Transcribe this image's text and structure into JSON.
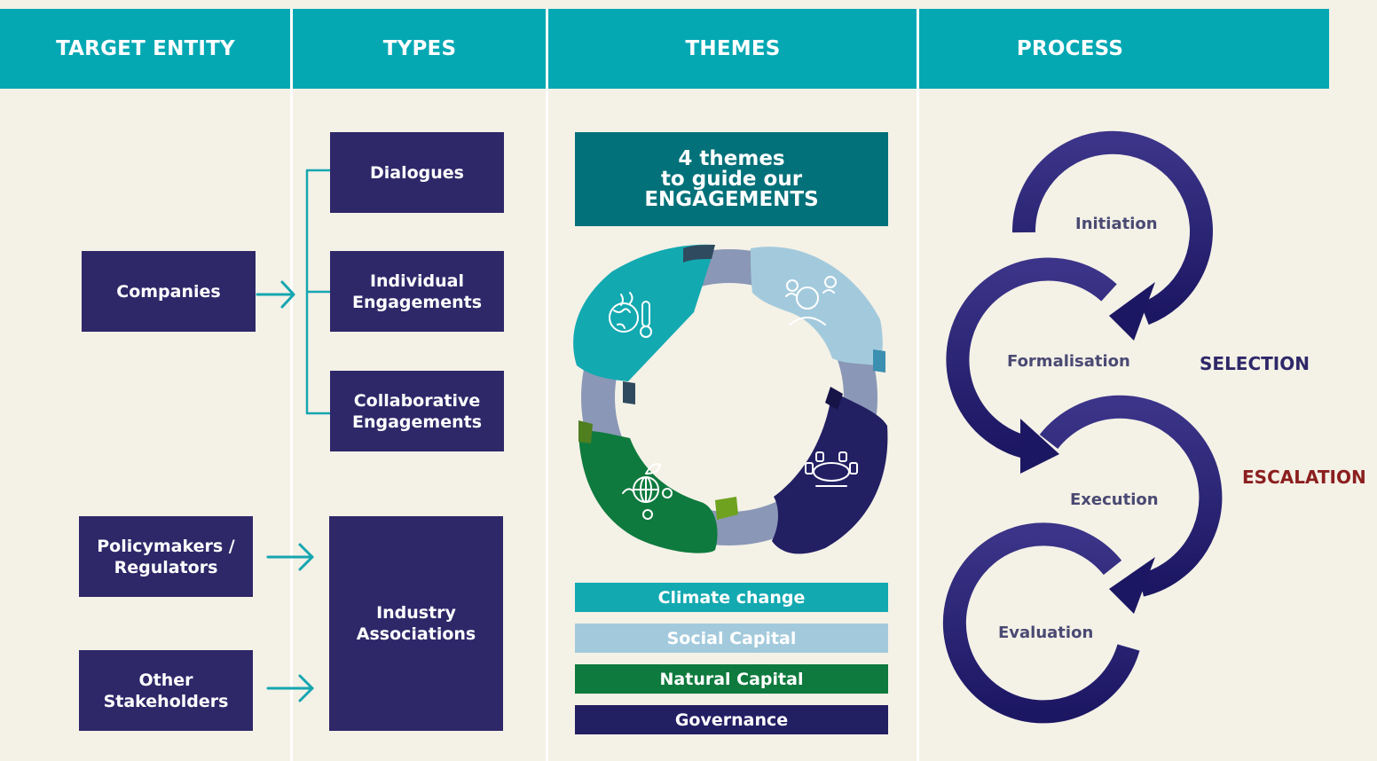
{
  "columns": {
    "target_entity": "TARGET ENTITY",
    "types": "TYPES",
    "themes": "THEMES",
    "process": "PROCESS"
  },
  "entities": {
    "companies": "Companies",
    "policymakers": "Policymakers /\nRegulators",
    "other": "Other\nStakeholders"
  },
  "types": {
    "dialogues": "Dialogues",
    "individual": "Individual\nEngagements",
    "collaborative": "Collaborative\nEngagements",
    "industry": "Industry\nAssociations"
  },
  "themes": {
    "headline": "4 themes\nto guide our\nENGAGEMENTS",
    "items": [
      {
        "label": "Climate change",
        "color": "#13a9b1",
        "icon": "climate-icon"
      },
      {
        "label": "Social Capital",
        "color": "#a3cadc",
        "icon": "people-icon"
      },
      {
        "label": "Natural Capital",
        "color": "#0e7a3e",
        "icon": "globe-nature-icon"
      },
      {
        "label": "Governance",
        "color": "#221f63",
        "icon": "boardroom-icon"
      }
    ]
  },
  "process": {
    "steps": [
      "Initiation",
      "Formalisation",
      "Execution",
      "Evaluation"
    ],
    "selection": "SELECTION",
    "escalation": "ESCALATION"
  },
  "colors": {
    "header": "#03a8b3",
    "navy": "#2e2869",
    "background": "#f4f1e7",
    "selection": "#2e2869",
    "escalation": "#8b1f1f"
  }
}
